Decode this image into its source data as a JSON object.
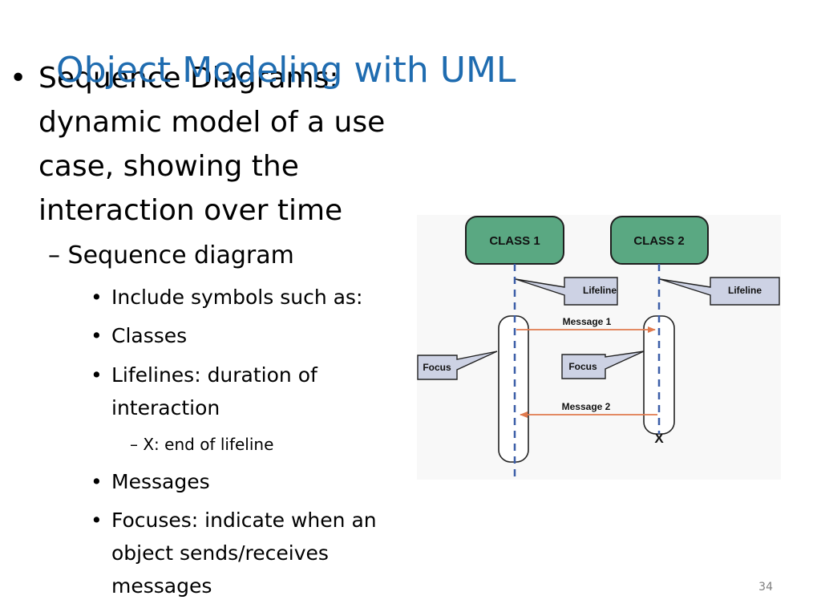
{
  "slide": {
    "title": "Object Modeling with UML",
    "page_number": "34"
  },
  "content": {
    "main_bullet": {
      "bullet": "•",
      "text": "Sequence Diagrams: dynamic model of a use case, showing the interaction over time"
    },
    "sub_bullet": {
      "dash": "–",
      "text": "Sequence diagram"
    },
    "items": [
      {
        "bullet": "•",
        "text": "Include symbols  such as:"
      },
      {
        "bullet": "•",
        "text": "Classes"
      },
      {
        "bullet": "•",
        "text": "Lifelines: duration of interaction"
      },
      {
        "bullet": "•",
        "text": "Messages"
      },
      {
        "bullet": "•",
        "text": "Focuses: indicate when an object sends/receives messages"
      }
    ],
    "subsub": {
      "dash": "–",
      "text": "X: end of lifeline"
    }
  },
  "diagram": {
    "class1": "CLASS 1",
    "class2": "CLASS 2",
    "lifeline_left": "Lifeline",
    "lifeline_right": "Lifeline",
    "message1": "Message 1",
    "message2": "Message 2",
    "focus_left": "Focus",
    "focus_middle": "Focus",
    "end_marker": "X",
    "colors": {
      "class_fill": "#5AA882",
      "callout_fill": "#CDD2E4",
      "lifeline": "#3C5EA8",
      "message_arrow": "#E07A4E"
    }
  }
}
